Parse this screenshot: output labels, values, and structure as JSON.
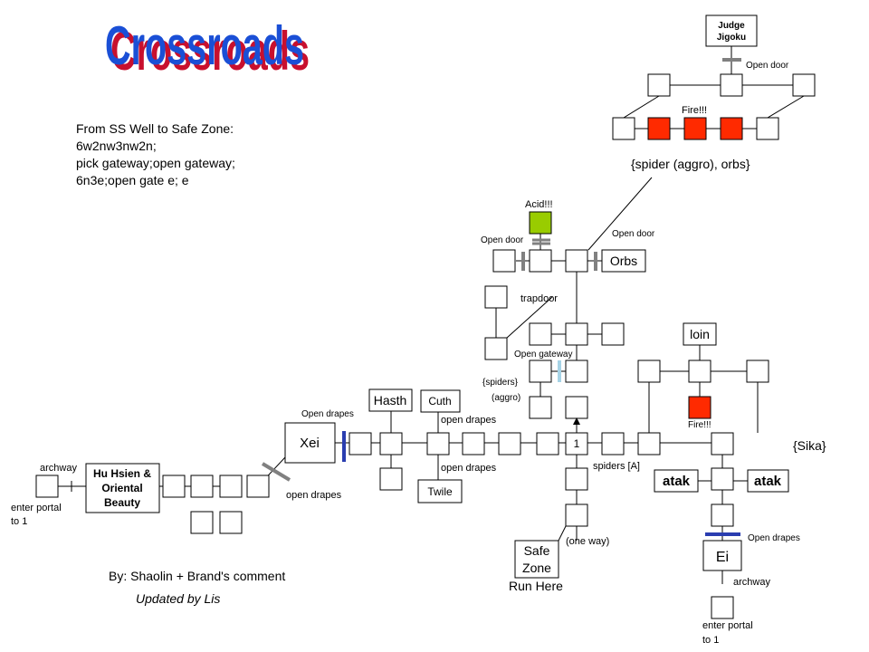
{
  "title": "Crossroads",
  "directions": {
    "heading": "From SS Well to Safe Zone:",
    "lines": [
      "6w2nw3nw2n;",
      "pick gateway;open gateway;",
      "6n3e;open gate e; e"
    ]
  },
  "credits": {
    "author": "By: Shaolin + Brand's comment",
    "updated": "Updated by Lis"
  },
  "rooms": {
    "judge": [
      "Judge",
      "Jigoku"
    ],
    "orbs": "Orbs",
    "loin": "loin",
    "xei": "Xei",
    "hasth": "Hasth",
    "cuth": "Cuth",
    "twile": "Twile",
    "hu_hsien": [
      "Hu Hsien &",
      "Oriental",
      "Beauty"
    ],
    "atak_left": "atak",
    "atak_right": "atak",
    "ei": "Ei",
    "safe_zone": [
      "Safe",
      "Zone"
    ],
    "room_one": "1"
  },
  "labels": {
    "open_door_top": "Open door",
    "fire_top": "Fire!!!",
    "spider_orbs": "{spider (aggro), orbs}",
    "acid": "Acid!!!",
    "open_door_left": "Open door",
    "open_door_right": "Open door",
    "trapdoor": "trapdoor",
    "open_gateway": "Open gateway",
    "spiders_line1": "{spiders}",
    "spiders_line2": "(aggro)",
    "open_drapes_xei": "Open drapes",
    "open_drapes_cuth": "open drapes",
    "open_drapes_twile": "open drapes",
    "open_drapes_diag": "open drapes",
    "archway_left": "archway",
    "enter_portal_left": [
      "enter portal",
      "to  1"
    ],
    "spiders_a": "spiders [A]",
    "fire_right": "Fire!!!",
    "sika": "{Sika}",
    "open_drapes_ei": "Open drapes",
    "archway_ei": "archway",
    "enter_portal_right": [
      "enter portal",
      "to  1"
    ],
    "one_way": "(one way)",
    "run_here": "Run Here"
  },
  "colors": {
    "fire": "#ff2a00",
    "acid": "#99cc00",
    "title_fill": "#1a4fd6",
    "title_shadow": "#c8102e",
    "door_gray": "#808080",
    "drapes_blue": "#2a3db0",
    "gateway_light": "#a6d3e6"
  }
}
